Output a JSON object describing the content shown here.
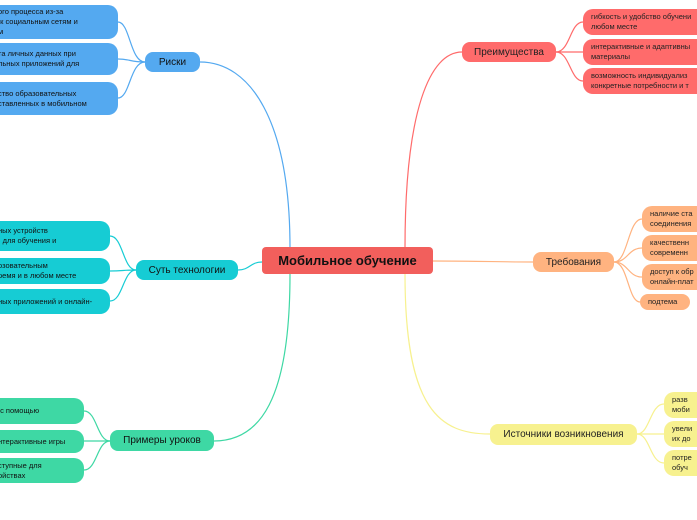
{
  "root": {
    "label": "Мобильное обучение"
  },
  "branches": {
    "risks": {
      "label": "Риски",
      "items": [
        "ого процесса из-за\n к социальным сетям и\nм",
        "та личных данных при\nльных приложений для",
        "ство образовательных\nставленных в мобильном"
      ]
    },
    "essence": {
      "label": "Суть технологии",
      "items": [
        "ных устройств\n) для обучения и",
        "озовательным\nремя и в любом месте",
        "ных приложений и онлайн-\n"
      ]
    },
    "examples": {
      "label": "Примеры уроков",
      "items": [
        " с помощью",
        "нтерактивные игры",
        "ступные для\nойствах"
      ]
    },
    "advantages": {
      "label": "Преимущества",
      "items": [
        "гибкость и удобство обучени\nлюбом месте",
        "интерактивные и адаптивны\nматериалы",
        "возможность индивидуализ\nконкретные потребности и т"
      ]
    },
    "requirements": {
      "label": "Требования",
      "items": [
        "наличие ста\nсоединения",
        "качественн\nсовременн",
        "доступ к обр\nонлайн-плат",
        "подтема"
      ]
    },
    "sources": {
      "label": "Источники возникновения",
      "items": [
        "разв\nмоби",
        "увели\nих до",
        "потре\nобуч"
      ]
    }
  },
  "colors": {
    "root": "#f25f5c",
    "risks": "#54a9f0",
    "essence": "#16ccd4",
    "examples": "#3ed8a4",
    "advantages": "#ff6b6b",
    "requirements": "#ffb380",
    "sources": "#f7f18f"
  }
}
